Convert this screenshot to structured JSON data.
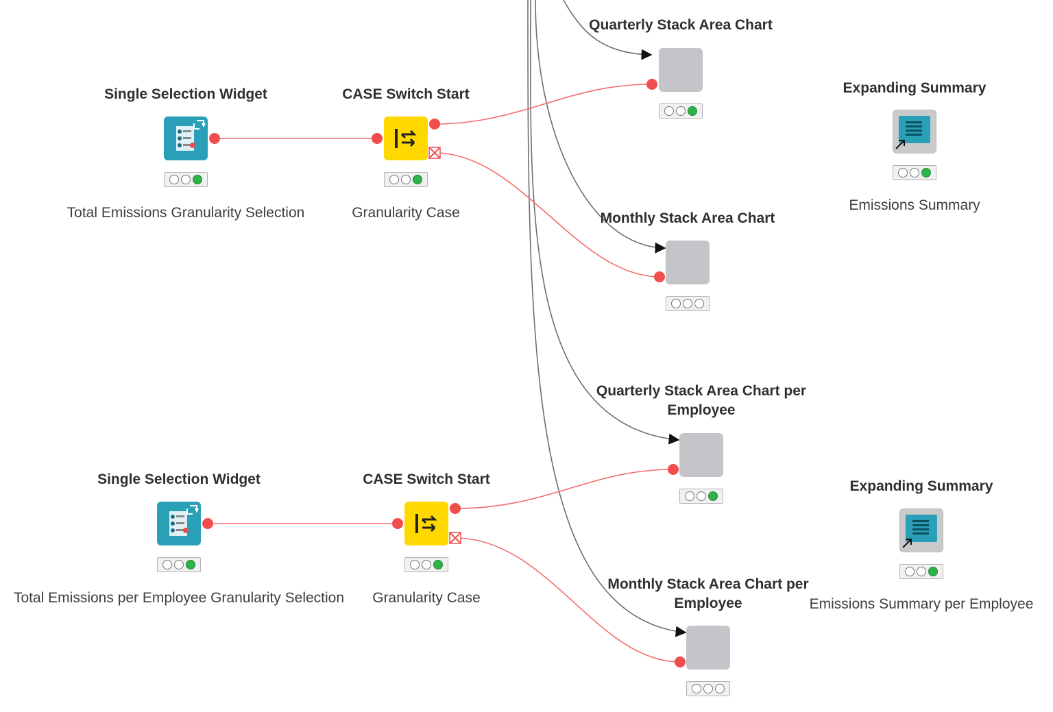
{
  "workflow": {
    "top_widget": {
      "title": "Single Selection Widget",
      "caption": "Total Emissions Granularity Selection",
      "icon": "widget-icon",
      "status": [
        "idle",
        "idle",
        "executed"
      ]
    },
    "top_switch": {
      "title": "CASE Switch Start",
      "caption": "Granularity Case",
      "icon": "case-switch-icon",
      "status": [
        "idle",
        "idle",
        "executed"
      ]
    },
    "quarterly_chart": {
      "title": "Quarterly Stack Area Chart",
      "status": [
        "idle",
        "idle",
        "executed"
      ]
    },
    "monthly_chart": {
      "title": "Monthly Stack Area Chart",
      "status": [
        "idle",
        "idle",
        "idle"
      ]
    },
    "top_summary": {
      "title": "Expanding Summary",
      "caption": "Emissions Summary",
      "icon": "report-icon",
      "status": [
        "idle",
        "idle",
        "executed"
      ]
    },
    "bottom_widget": {
      "title": "Single Selection Widget",
      "caption": "Total Emissions per Employee Granularity Selection",
      "icon": "widget-icon",
      "status": [
        "idle",
        "idle",
        "executed"
      ]
    },
    "bottom_switch": {
      "title": "CASE Switch Start",
      "caption": "Granularity Case",
      "icon": "case-switch-icon",
      "status": [
        "idle",
        "idle",
        "executed"
      ]
    },
    "quarterly_chart_emp": {
      "title": "Quarterly Stack Area Chart per Employee",
      "status": [
        "idle",
        "idle",
        "executed"
      ]
    },
    "monthly_chart_emp": {
      "title": "Monthly Stack Area Chart per Employee",
      "status": [
        "idle",
        "idle",
        "idle"
      ]
    },
    "bottom_summary": {
      "title": "Expanding Summary",
      "caption": "Emissions Summary per Employee",
      "icon": "report-icon",
      "status": [
        "idle",
        "idle",
        "executed"
      ]
    }
  },
  "colors": {
    "data_connection": "#f36b6b",
    "flow_connection": "#6e6e6e",
    "port": "#f24d4d",
    "executed": "#2eb34a",
    "switch": "#ffd800",
    "widget": "#2aa0b8"
  }
}
